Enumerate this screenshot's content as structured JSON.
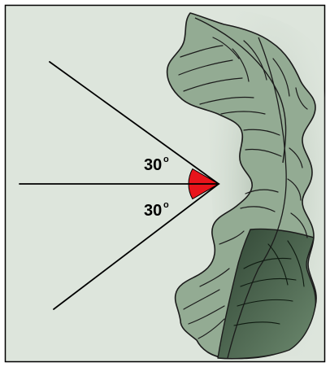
{
  "angles": {
    "upper": {
      "value": "30",
      "unit": "o"
    },
    "lower": {
      "value": "30",
      "unit": "o"
    }
  },
  "colors": {
    "background": "#dde5dc",
    "border": "#000000",
    "rays": "#000000",
    "angle_fill": "#e8141b",
    "leaf_fill": "#93ab93",
    "leaf_shadow": "#3c5540",
    "leaf_cast_shadow": "#b6c7b6",
    "vein": "#1b1b1b"
  },
  "icons": {
    "leaf": "curled-leaf-illustration"
  }
}
